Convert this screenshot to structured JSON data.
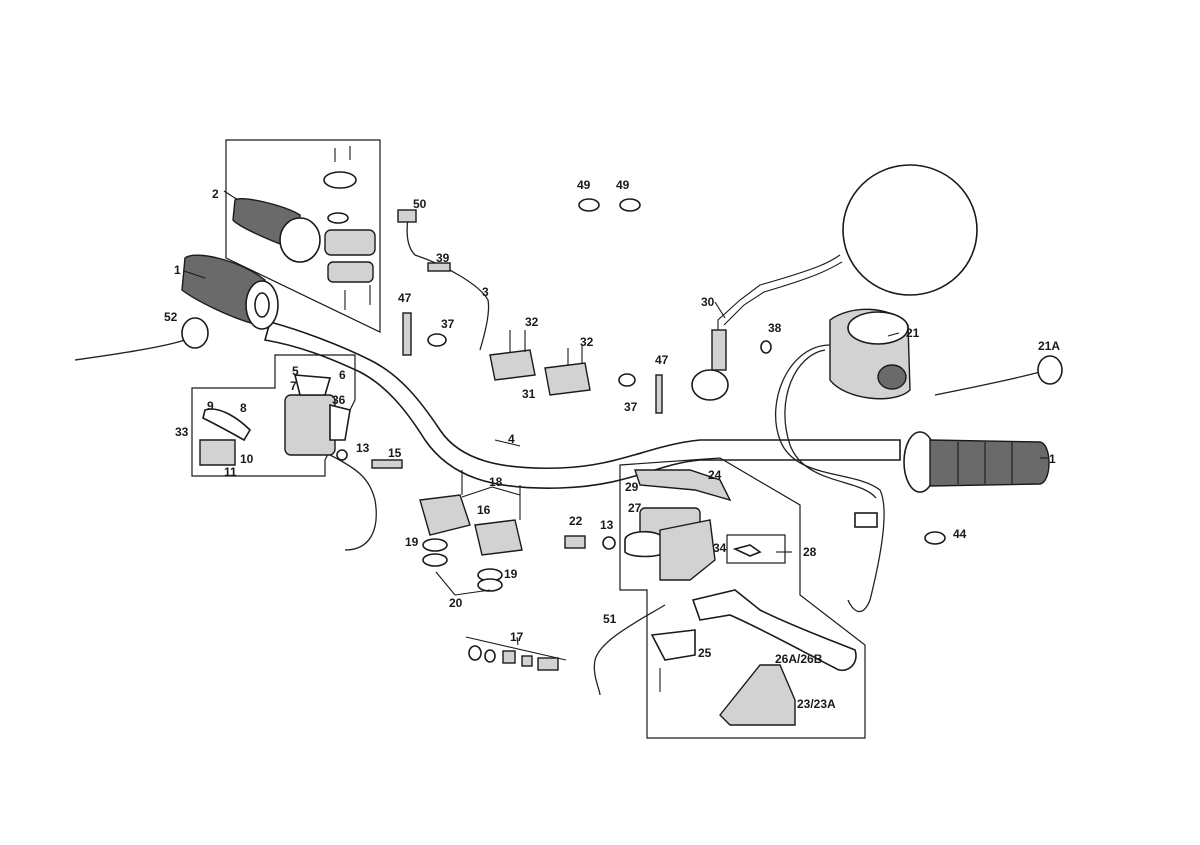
{
  "diagram": {
    "callouts": {
      "c1a": "1",
      "c1b": "1",
      "c2": "2",
      "c3": "3",
      "c4": "4",
      "c5": "5",
      "c6": "6",
      "c7": "7",
      "c8": "8",
      "c9": "9",
      "c10": "10",
      "c11": "11",
      "c13a": "13",
      "c13b": "13",
      "c15": "15",
      "c16": "16",
      "c17": "17",
      "c18": "18",
      "c19a": "19",
      "c19b": "19",
      "c20": "20",
      "c21": "21",
      "c21a": "21A",
      "c22": "22",
      "c23": "23/23A",
      "c24": "24",
      "c25": "25",
      "c26": "26A/26B",
      "c27": "27",
      "c28": "28",
      "c29": "29",
      "c30": "30",
      "c31": "31",
      "c32a": "32",
      "c32b": "32",
      "c33": "33",
      "c34": "34",
      "c36": "36",
      "c37a": "37",
      "c37b": "37",
      "c38": "38",
      "c39": "39",
      "c44": "44",
      "c47a": "47",
      "c47b": "47",
      "c49a": "49",
      "c49b": "49",
      "c50": "50",
      "c51": "51",
      "c52": "52"
    }
  }
}
